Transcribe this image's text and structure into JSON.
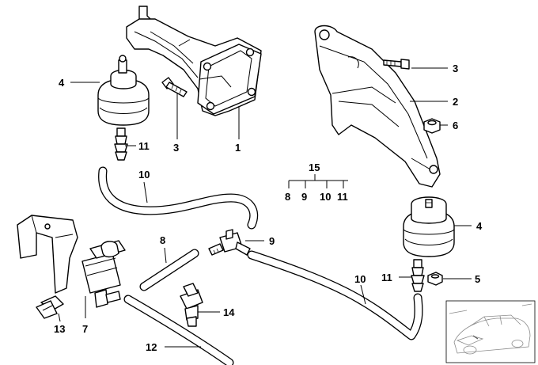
{
  "callouts": {
    "c1": "1",
    "c2": "2",
    "c3a": "3",
    "c3b": "3",
    "c4a": "4",
    "c4b": "4",
    "c5": "5",
    "c6": "6",
    "c7": "7",
    "c8a": "8",
    "c8b": "8",
    "c9a": "9",
    "c9b": "9",
    "c10a": "10",
    "c10b": "10",
    "c10c": "10",
    "c11a": "11",
    "c11b": "11",
    "c11c": "11",
    "c12": "12",
    "c13": "13",
    "c14": "14",
    "c15": "15"
  }
}
